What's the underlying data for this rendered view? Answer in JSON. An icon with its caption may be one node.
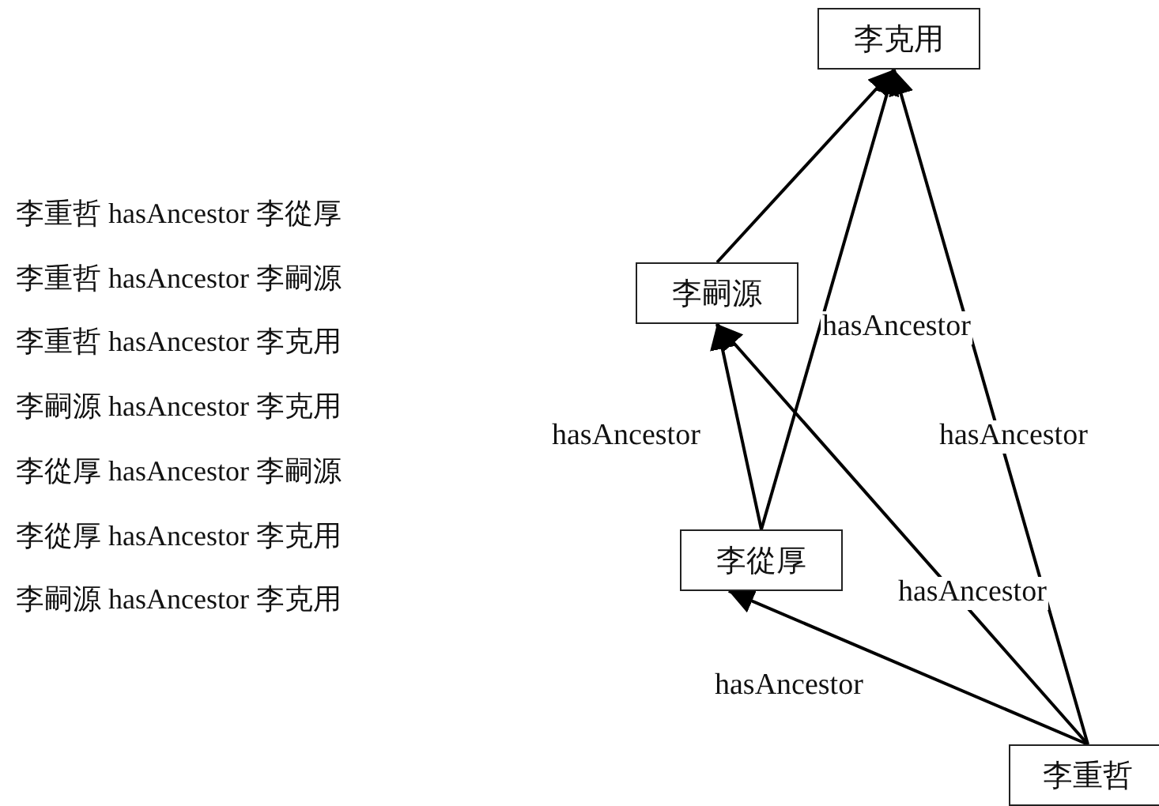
{
  "diagram": {
    "nodes": [
      {
        "text": [
          "李克用"
        ]
      },
      {
        "text": [
          "李嗣源"
        ]
      },
      {
        "text": [
          "李從厚"
        ]
      },
      {
        "text": [
          "李重哲"
        ]
      }
    ],
    "edges": [
      {
        "from": 1,
        "to": 0,
        "arrow": "to"
      },
      {
        "from": 2,
        "to": 0,
        "arrow": "to",
        "label": "hasAncestor"
      },
      {
        "from": 2,
        "to": 1,
        "arrow": "to",
        "label": "hasAncestor"
      },
      {
        "from": 3,
        "to": 0,
        "arrow": "to",
        "label": "hasAncestor"
      },
      {
        "from": 3,
        "to": 1,
        "arrow": "to",
        "label": "hasAncestor"
      },
      {
        "from": 3,
        "to": 2,
        "arrow": "to",
        "label": "hasAncestor"
      }
    ],
    "labels": [
      "李重哲 hasAncestor 李從厚",
      "李重哲 hasAncestor 李嗣源",
      "李重哲 hasAncestor 李克用",
      "李嗣源 hasAncestor 李克用",
      "李從厚 hasAncestor 李嗣源",
      "李從厚 hasAncestor 李克用",
      "李嗣源 hasAncestor 李克用"
    ]
  }
}
